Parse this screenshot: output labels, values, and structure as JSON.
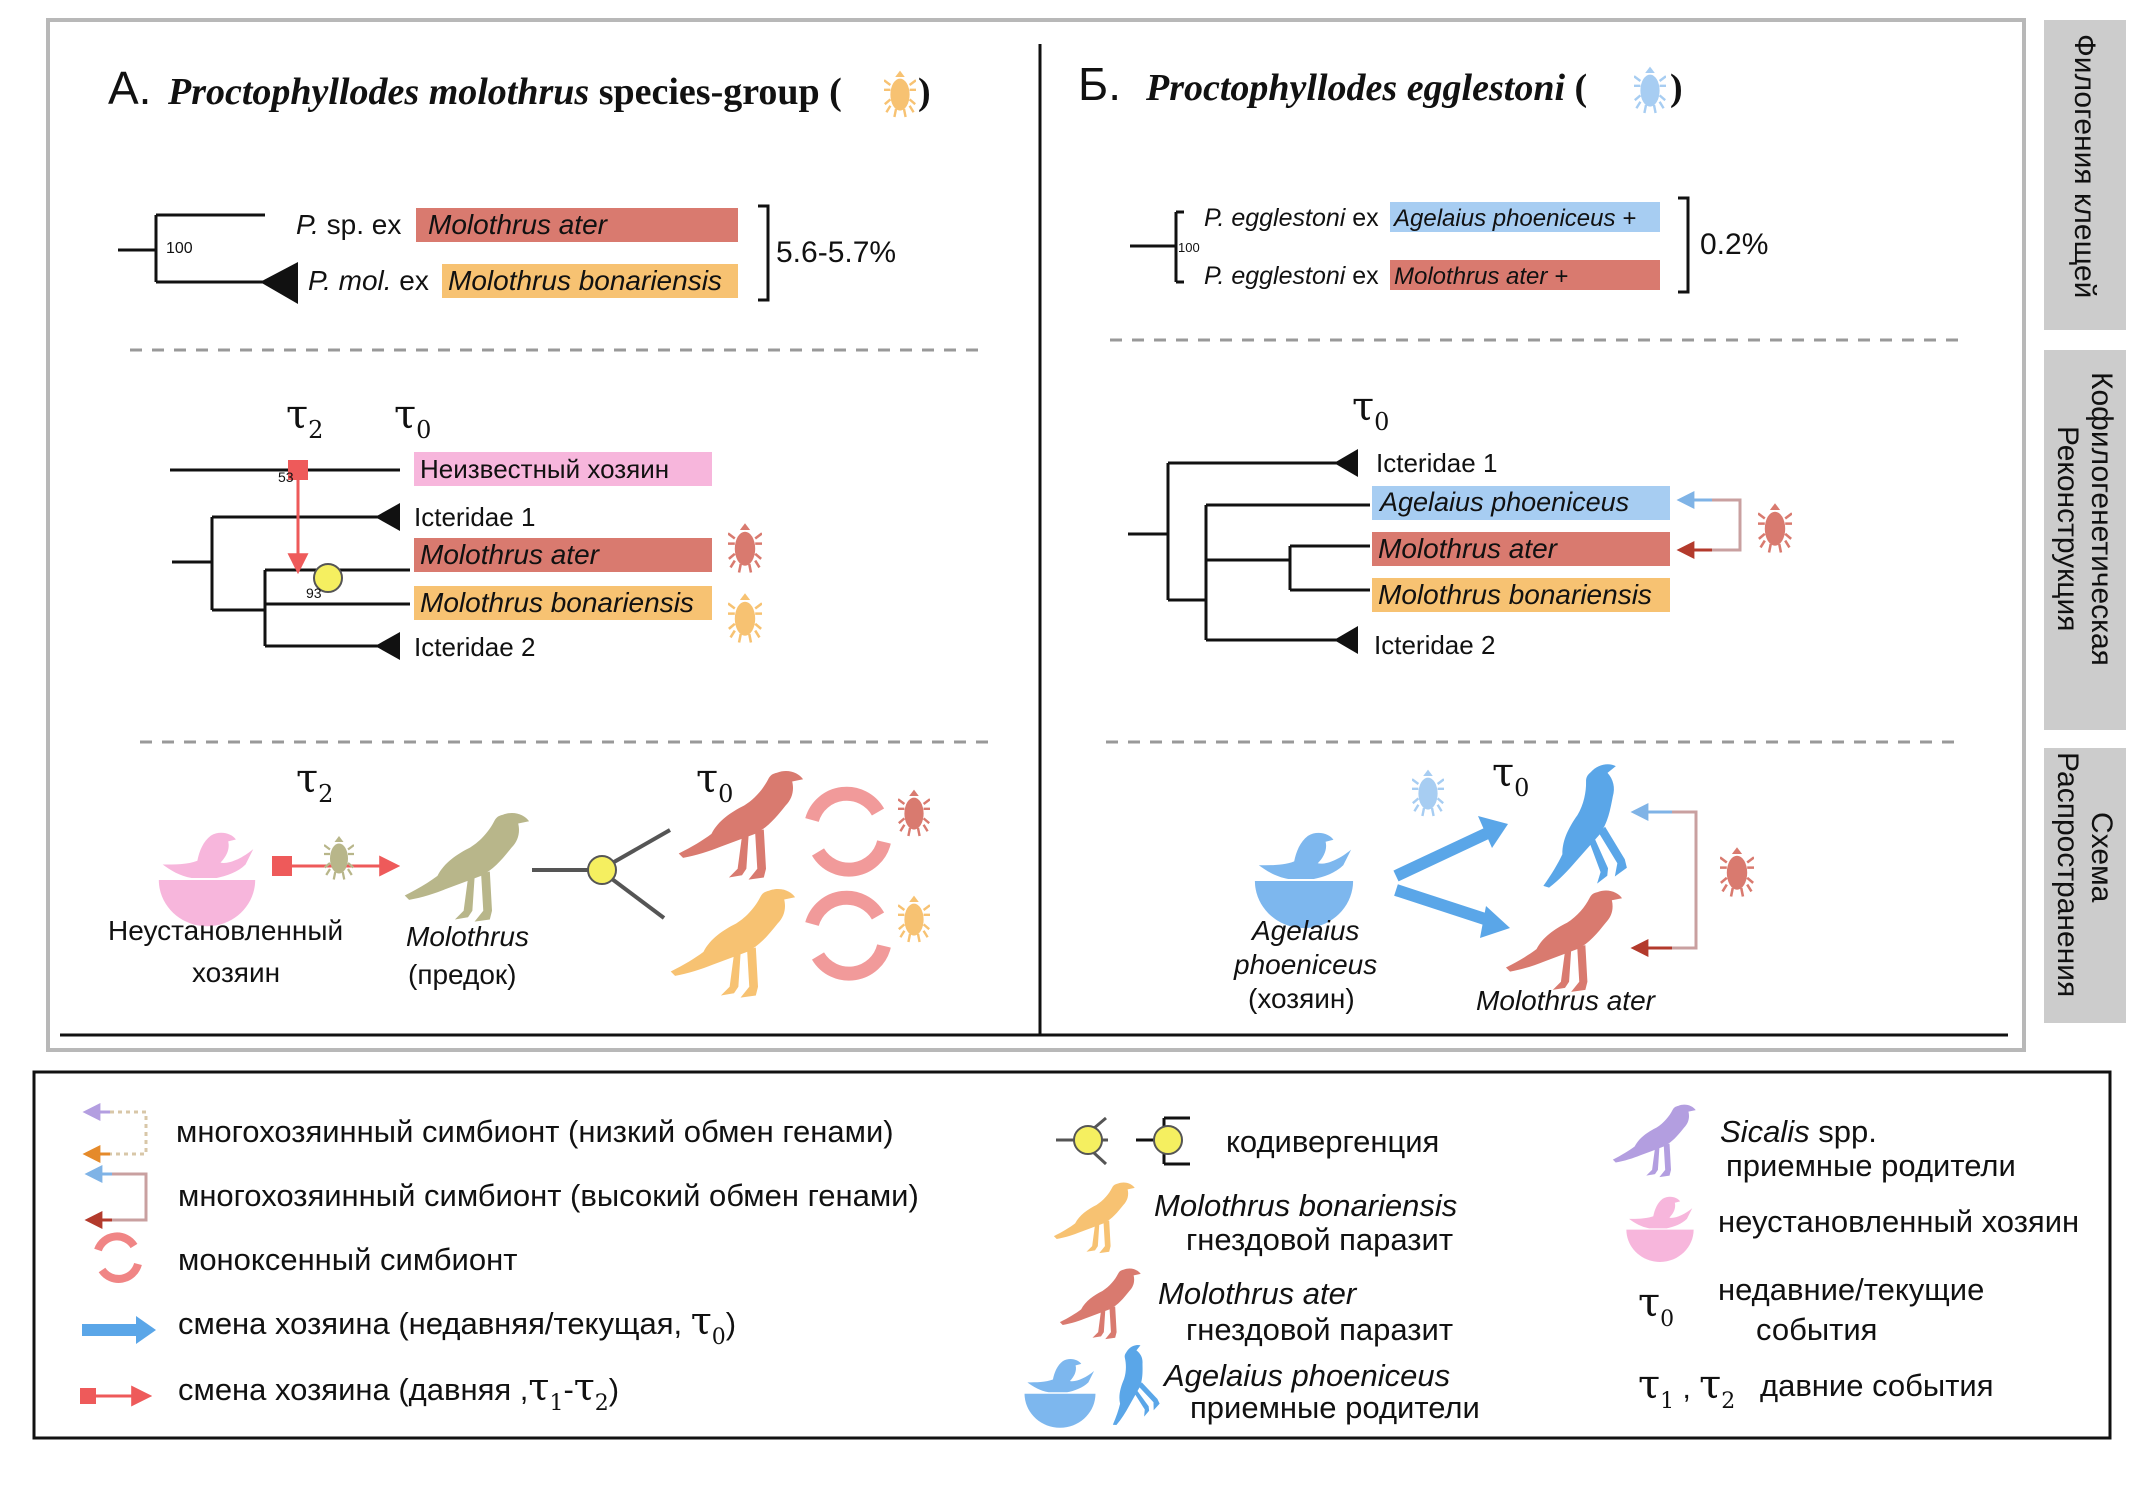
{
  "colors": {
    "pink": "#f7b6dc",
    "molothrus_ater": "#d97a6f",
    "molothrus_bonariensis": "#f7c272",
    "agelaius": "#a7cdf2",
    "ancestor_olive": "#b8b68a",
    "hostswitch_red": "#ee5a5a",
    "hostswitch_blue": "#5aa6e8",
    "codivergence_yellow": "#f5ef60",
    "sicalis_purple": "#b39ee0",
    "side_tab_gray": "#cccccc"
  },
  "panel_a": {
    "label": "А.",
    "title_italic": "Proctophyllodes molothrus",
    "title_rest": " species-group (",
    "title_close": ")",
    "phylo": {
      "support": "100",
      "row1_prefix_italic": "P.",
      "row1_prefix_rest": " sp. ex",
      "row1_bar": "Molothrus ater",
      "row2_prefix_italic": "P. mol.",
      "row2_prefix_rest": " ex",
      "row2_bar": "Molothrus bonariensis",
      "distance": "5.6-5.7%"
    },
    "cophylo": {
      "tau_left": "τ",
      "tau_left_sub": "2",
      "tau_right": "τ",
      "tau_right_sub": "0",
      "support_top": "53",
      "support_bottom": "93",
      "row_unknown": "Неизвестный хозяин",
      "row_icteridae1": "Icteridae 1",
      "row_ater": "Molothrus ater",
      "row_bonariensis": "Molothrus bonariensis",
      "row_icteridae2": "Icteridae 2"
    },
    "scheme": {
      "tau_left": "τ",
      "tau_left_sub": "2",
      "tau_right": "τ",
      "tau_right_sub": "0",
      "unknown_host_line1": "Неустановленный",
      "unknown_host_line2": "хозяин",
      "ancestor_line1": "Molothrus",
      "ancestor_line2": "(предок)"
    }
  },
  "panel_b": {
    "label": "Б.",
    "title_italic": "Proctophyllodes egglestoni",
    "title_open": " (",
    "title_close": ")",
    "phylo": {
      "support": "100",
      "row1_prefix_italic": "P. egglestoni",
      "row1_prefix_rest": " ex",
      "row1_bar": "Agelaius phoeniceus +",
      "row2_prefix_italic": "P. egglestoni",
      "row2_prefix_rest": " ex",
      "row2_bar": "Molothrus ater +",
      "distance": "0.2%"
    },
    "cophylo": {
      "tau": "τ",
      "tau_sub": "0",
      "row_icteridae1": "Icteridae 1",
      "row_agelaius": "Agelaius phoeniceus",
      "row_ater": "Molothrus ater",
      "row_bonariensis": "Molothrus bonariensis",
      "row_icteridae2": "Icteridae 2"
    },
    "scheme": {
      "tau": "τ",
      "tau_sub": "0",
      "host_line1": "Agelaius",
      "host_line2": "phoeniceus",
      "host_line3": "(хозяин)",
      "ater": "Molothrus ater"
    }
  },
  "side_tabs": {
    "tab1": "Филогения клещей",
    "tab2_line1": "Кофилогенетическая",
    "tab2_line2": "Реконструкция",
    "tab3_line1": "Схема",
    "tab3_line2": "Распространения"
  },
  "legend": {
    "multi_low": "многохозяинный симбионт (низкий обмен генами)",
    "multi_high": "многохозяинный симбионт (высокий обмен генами)",
    "monoxenous": "моноксенный симбионт",
    "switch_recent_text": "смена хозяина  (недавняя/текущая, ",
    "switch_recent_tau": "τ",
    "switch_recent_sub": "0",
    "switch_recent_close": ")",
    "switch_old_text": "смена хозяина (давняя ,",
    "switch_old_tau1": "τ",
    "switch_old_sub1": "1",
    "switch_old_dash": "-",
    "switch_old_tau2": "τ",
    "switch_old_sub2": "2",
    "switch_old_close": ")",
    "codivergence": "кодивергенция",
    "bonariensis_name": "Molothrus bonariensis",
    "bonariensis_role": "гнездовой паразит",
    "ater_name": "Molothrus ater",
    "ater_role": "гнездовой паразит",
    "agelaius_name": "Agelaius phoeniceus",
    "agelaius_role": "приемные родители",
    "sicalis_name": "Sicalis",
    "sicalis_spp": " spp.",
    "sicalis_role": "приемные родители",
    "unknown_host": "неустановленный хозяин",
    "recent_tau": "τ",
    "recent_sub": "0",
    "recent_line1": "недавние/текущие",
    "recent_line2": "события",
    "old_tau1": "τ",
    "old_sub1": "1",
    "old_comma": " , ",
    "old_tau2": "τ",
    "old_sub2": "2",
    "old_text": "давние события"
  }
}
